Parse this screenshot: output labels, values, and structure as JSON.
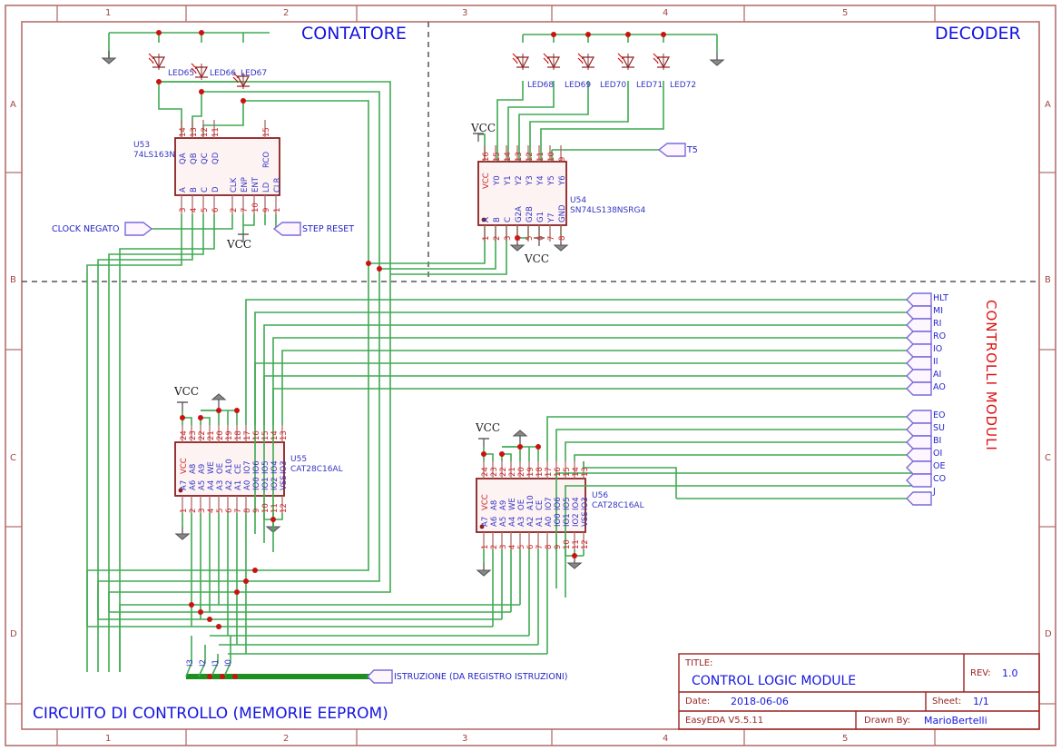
{
  "sheet": {
    "frame": {
      "columns": [
        "1",
        "2",
        "3",
        "4",
        "5"
      ],
      "rows": [
        "A",
        "B",
        "C",
        "D"
      ]
    },
    "section_titles": {
      "counter": "CONTATORE",
      "decoder": "DECODER",
      "bottom": "CIRCUITO DI CONTROLLO (MEMORIE EEPROM)",
      "controls": "CONTROLLI MODULI"
    }
  },
  "title_block": {
    "title_key": "TITLE:",
    "title_value": "CONTROL LOGIC MODULE",
    "rev_key": "REV:",
    "rev_value": "1.0",
    "date_key": "Date:",
    "date_value": "2018-06-06",
    "sheet_key": "Sheet:",
    "sheet_value": "1/1",
    "tool": "EasyEDA V5.5.11",
    "drawn_key": "Drawn By:",
    "drawn_value": "MarioBertelli"
  },
  "components": {
    "u53": {
      "refdes": "U53",
      "part": "74LS163N",
      "top_pins": [
        {
          "num": "14",
          "name": "QA"
        },
        {
          "num": "13",
          "name": "QB"
        },
        {
          "num": "12",
          "name": "QC"
        },
        {
          "num": "11",
          "name": "QD"
        },
        {
          "num": "15",
          "name": "RCO"
        }
      ],
      "bottom_pins": [
        {
          "num": "3",
          "name": "A"
        },
        {
          "num": "4",
          "name": "B"
        },
        {
          "num": "5",
          "name": "C"
        },
        {
          "num": "6",
          "name": "D"
        },
        {
          "num": "2",
          "name": "CLK"
        },
        {
          "num": "7",
          "name": "ENP"
        },
        {
          "num": "10",
          "name": "ENT"
        },
        {
          "num": "9",
          "name": "LD"
        },
        {
          "num": "1",
          "name": "CLR"
        }
      ]
    },
    "u54": {
      "refdes": "U54",
      "part": "SN74LS138NSRG4",
      "top_pins": [
        {
          "num": "16",
          "name": "VCC"
        },
        {
          "num": "15",
          "name": "Y0"
        },
        {
          "num": "14",
          "name": "Y1"
        },
        {
          "num": "13",
          "name": "Y2"
        },
        {
          "num": "12",
          "name": "Y3"
        },
        {
          "num": "11",
          "name": "Y4"
        },
        {
          "num": "10",
          "name": "Y5"
        },
        {
          "num": "9",
          "name": "Y6"
        }
      ],
      "bottom_pins": [
        {
          "num": "1",
          "name": "A"
        },
        {
          "num": "2",
          "name": "B"
        },
        {
          "num": "3",
          "name": "C"
        },
        {
          "num": "4",
          "name": "G2A"
        },
        {
          "num": "5",
          "name": "G2B"
        },
        {
          "num": "6",
          "name": "G1"
        },
        {
          "num": "7",
          "name": "Y7"
        },
        {
          "num": "8",
          "name": "GND"
        }
      ]
    },
    "u55": {
      "refdes": "U55",
      "part": "CAT28C16AL",
      "top_pins": [
        {
          "num": "24",
          "name": "VCC"
        },
        {
          "num": "23",
          "name": "A8"
        },
        {
          "num": "22",
          "name": "A9"
        },
        {
          "num": "21",
          "name": "WE"
        },
        {
          "num": "20",
          "name": "OE"
        },
        {
          "num": "19",
          "name": "A10"
        },
        {
          "num": "18",
          "name": "CE"
        },
        {
          "num": "17",
          "name": "IO7"
        },
        {
          "num": "16",
          "name": "IO6"
        },
        {
          "num": "15",
          "name": "IO5"
        },
        {
          "num": "14",
          "name": "IO4"
        },
        {
          "num": "13",
          "name": "IO3"
        }
      ],
      "bottom_pins": [
        {
          "num": "1",
          "name": "A7"
        },
        {
          "num": "2",
          "name": "A6"
        },
        {
          "num": "3",
          "name": "A5"
        },
        {
          "num": "4",
          "name": "A4"
        },
        {
          "num": "5",
          "name": "A3"
        },
        {
          "num": "6",
          "name": "A2"
        },
        {
          "num": "7",
          "name": "A1"
        },
        {
          "num": "8",
          "name": "A0"
        },
        {
          "num": "9",
          "name": "IO0"
        },
        {
          "num": "10",
          "name": "IO1"
        },
        {
          "num": "11",
          "name": "IO2"
        },
        {
          "num": "12",
          "name": "VSS"
        }
      ]
    },
    "u56": {
      "refdes": "U56",
      "part": "CAT28C16AL",
      "top_pins": [
        {
          "num": "24",
          "name": "VCC"
        },
        {
          "num": "23",
          "name": "A8"
        },
        {
          "num": "22",
          "name": "A9"
        },
        {
          "num": "21",
          "name": "WE"
        },
        {
          "num": "20",
          "name": "OE"
        },
        {
          "num": "19",
          "name": "A10"
        },
        {
          "num": "18",
          "name": "CE"
        },
        {
          "num": "17",
          "name": "IO7"
        },
        {
          "num": "16",
          "name": "IO6"
        },
        {
          "num": "15",
          "name": "IO5"
        },
        {
          "num": "14",
          "name": "IO4"
        },
        {
          "num": "13",
          "name": "IO3"
        }
      ],
      "bottom_pins": [
        {
          "num": "1",
          "name": "A7"
        },
        {
          "num": "2",
          "name": "A6"
        },
        {
          "num": "3",
          "name": "A5"
        },
        {
          "num": "4",
          "name": "A4"
        },
        {
          "num": "5",
          "name": "A3"
        },
        {
          "num": "6",
          "name": "A2"
        },
        {
          "num": "7",
          "name": "A1"
        },
        {
          "num": "8",
          "name": "A0"
        },
        {
          "num": "9",
          "name": "IO0"
        },
        {
          "num": "10",
          "name": "IO1"
        },
        {
          "num": "11",
          "name": "IO2"
        },
        {
          "num": "12",
          "name": "VSS"
        }
      ]
    }
  },
  "leds": {
    "counter_group": [
      "LED65",
      "LED66",
      "LED67"
    ],
    "decoder_group": [
      "LED68",
      "LED69",
      "LED70",
      "LED71",
      "LED72"
    ]
  },
  "ports": {
    "clock_negato": "CLOCK NEGATO",
    "step_reset": "STEP RESET",
    "t5": "T5",
    "istruzione": "ISTRUZIONE (DA REGISTRO ISTRUZIONI)",
    "control_group_1": [
      "HLT",
      "MI",
      "RI",
      "RO",
      "IO",
      "II",
      "AI",
      "AO"
    ],
    "control_group_2": [
      "EO",
      "SU",
      "BI",
      "OI",
      "OE",
      "CO",
      "J"
    ]
  },
  "net_labels": {
    "vcc": "VCC",
    "instruction_bits": [
      "I3",
      "I2",
      "I1",
      "I0"
    ]
  },
  "colors": {
    "wire": "#3faa52",
    "bus": "#1f8f20",
    "component_outline": "#8b2020",
    "component_fill": "#fdf3f3",
    "pin_line": "#b06a6a",
    "junction": "#cc1111",
    "port_outline": "#7a6ad8",
    "port_fill": "#fdf6ff",
    "frame": "#b5706f",
    "text_blue": "#2020cc",
    "text_red": "#cc2222",
    "ground": "#555555",
    "divider": "#555555"
  }
}
